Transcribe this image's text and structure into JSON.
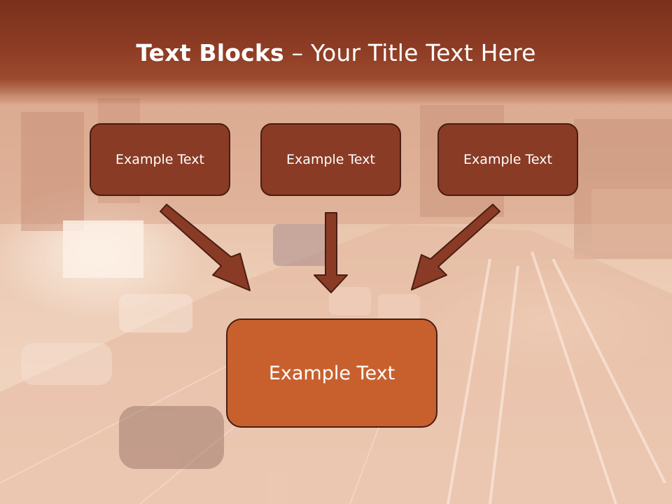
{
  "slide": {
    "title_bold": "Text Blocks",
    "title_dash": " – ",
    "title_rest": "Your Title Text Here",
    "blocks": [
      {
        "label": "Example Text"
      },
      {
        "label": "Example Text"
      },
      {
        "label": "Example Text"
      }
    ],
    "result_block": {
      "label": "Example Text"
    }
  },
  "colors": {
    "header": "#8d3c24",
    "small_box": "#8a3b25",
    "big_box": "#c8602e",
    "arrow": "#8a3b25",
    "border": "#4a1d12"
  }
}
